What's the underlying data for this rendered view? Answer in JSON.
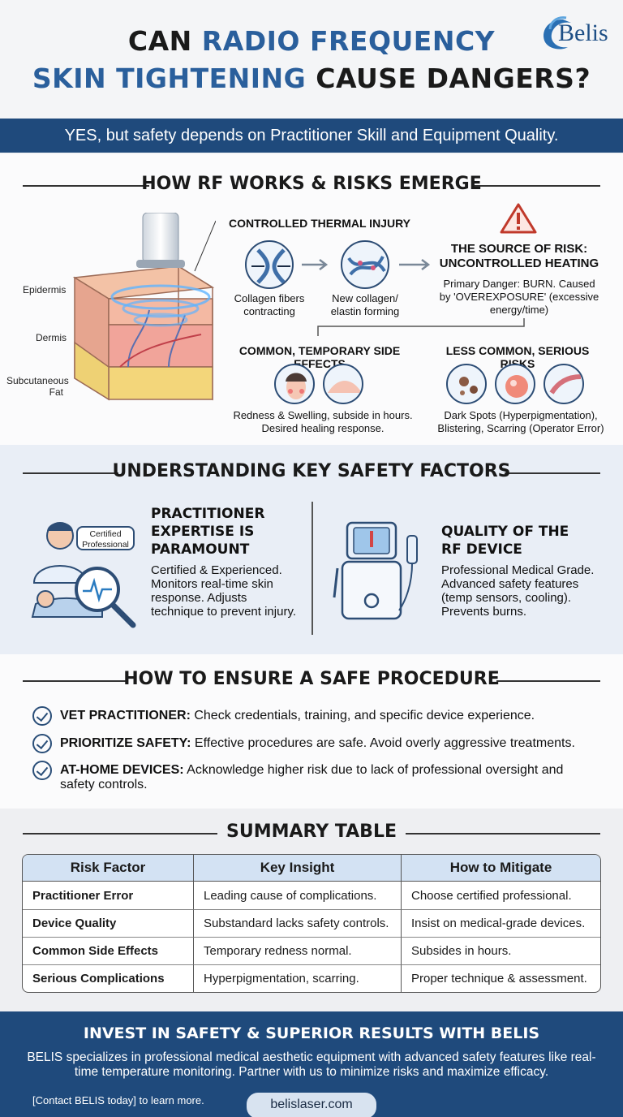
{
  "header": {
    "title_line1_a": "CAN ",
    "title_line1_b": "RADIO FREQUENCY",
    "title_line2_a": "SKIN TIGHTENING",
    "title_line2_b": " CAUSE DANGERS?",
    "logo": "Belis",
    "banner": "YES, but safety depends on Practitioner Skill and Equipment Quality."
  },
  "how_rf": {
    "heading": "HOW RF WORKS & RISKS EMERGE",
    "layers": [
      "Epidermis",
      "Dermis",
      "Subcutaneous Fat"
    ],
    "thermal_title": "CONTROLLED THERMAL INJURY",
    "collagen1": "Collagen fibers contracting",
    "collagen2": "New collagen/ elastin forming",
    "risk_title": "THE SOURCE OF RISK: UNCONTROLLED HEATING",
    "risk_text": "Primary Danger: BURN. Caused by 'OVEREXPOSURE' (excessive energy/time)",
    "common_title": "COMMON, TEMPORARY SIDE EFFECTS",
    "common_text": "Redness & Swelling, subside in hours. Desired healing response.",
    "serious_title": "LESS COMMON, SERIOUS RISKS",
    "serious_text": "Dark Spots (Hyperpigmentation), Blistering, Scarring (Operator Error)"
  },
  "factors": {
    "heading": "UNDERSTANDING KEY SAFETY FACTORS",
    "badge": "Certified Professional",
    "practitioner_title": "PRACTITIONER EXPERTISE IS PARAMOUNT",
    "practitioner_text": "Certified & Experienced. Monitors real-time skin response. Adjusts technique to prevent injury.",
    "device_title": "QUALITY OF THE RF DEVICE",
    "device_text": "Professional Medical Grade. Advanced safety features (temp sensors, cooling). Prevents burns."
  },
  "ensure": {
    "heading": "HOW TO ENSURE A SAFE PROCEDURE",
    "steps": [
      {
        "label": "VET PRACTITIONER:",
        "text": " Check credentials, training, and specific device experience."
      },
      {
        "label": "PRIORITIZE SAFETY:",
        "text": " Effective procedures are safe. Avoid overly aggressive treatments."
      },
      {
        "label": "AT-HOME DEVICES:",
        "text": " Acknowledge higher risk due to lack of professional oversight and safety controls."
      }
    ]
  },
  "summary": {
    "heading": "SUMMARY TABLE",
    "columns": [
      "Risk Factor",
      "Key Insight",
      "How to Mitigate"
    ],
    "rows": [
      [
        "Practitioner Error",
        "Leading cause of complications.",
        "Choose certified professional."
      ],
      [
        "Device Quality",
        "Substandard lacks safety controls.",
        "Insist on medical-grade devices."
      ],
      [
        "Common Side Effects",
        "Temporary redness normal.",
        "Subsides in hours."
      ],
      [
        "Serious Complications",
        "Hyperpigmentation, scarring.",
        "Proper technique & assessment."
      ]
    ]
  },
  "footer": {
    "heading": "INVEST IN SAFETY & SUPERIOR RESULTS WITH BELIS",
    "body": "BELIS specializes in professional medical aesthetic equipment with advanced safety features like real-time temperature monitoring. Partner with us to minimize risks and maximize efficacy.",
    "contact": "[Contact BELIS today] to learn more.",
    "url": "belislaser.com"
  },
  "colors": {
    "navy": "#1f4a7c",
    "accent_blue": "#2a5f9c",
    "table_header": "#d3e2f3",
    "warning_red": "#c0392b"
  },
  "icons": [
    "logo-swirl-icon",
    "warning-icon",
    "collagen-contract-icon",
    "collagen-form-icon",
    "redness-face-icon",
    "swelling-icon",
    "dark-spots-icon",
    "blister-icon",
    "scar-icon",
    "doctor-icon",
    "magnifier-icon",
    "rf-device-icon",
    "check-icon"
  ]
}
